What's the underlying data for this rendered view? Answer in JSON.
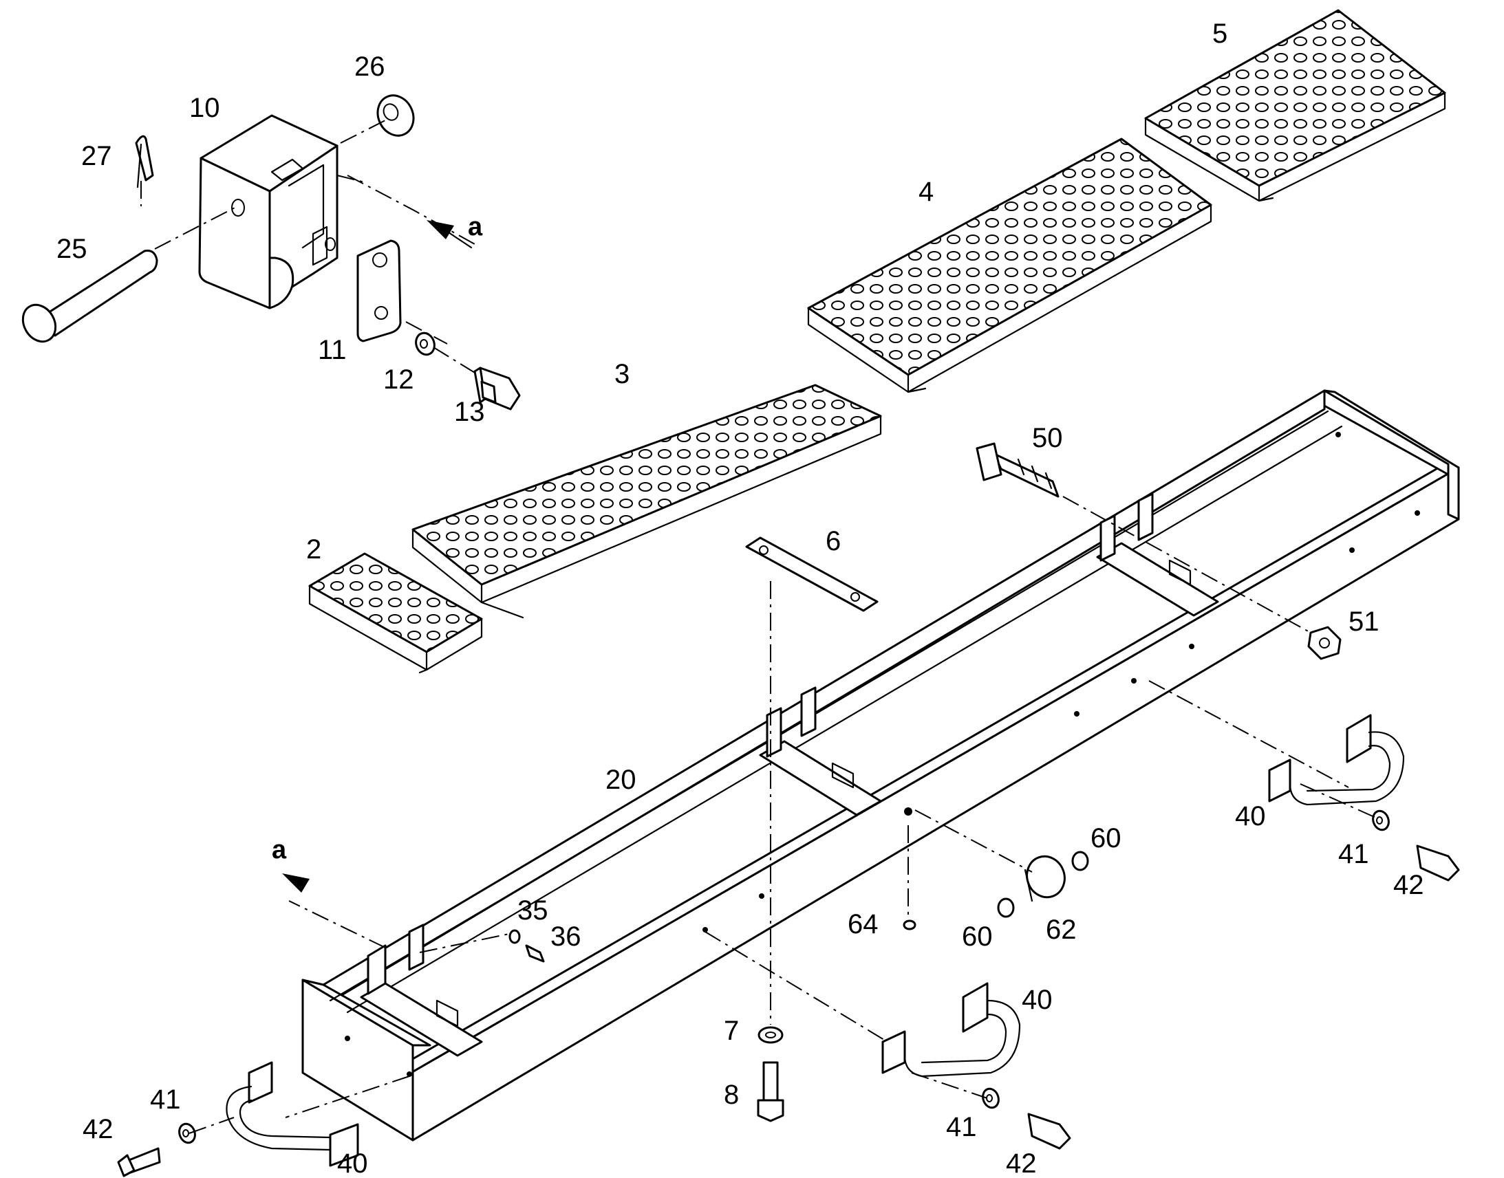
{
  "labels": {
    "p2": "2",
    "p3": "3",
    "p4": "4",
    "p5": "5",
    "p6": "6",
    "p7": "7",
    "p8": "8",
    "p10": "10",
    "p11": "11",
    "p12": "12",
    "p13": "13",
    "p20": "20",
    "p25": "25",
    "p26": "26",
    "p27": "27",
    "p35": "35",
    "p36": "36",
    "p40a": "40",
    "p40b": "40",
    "p40c": "40",
    "p41a": "41",
    "p41b": "41",
    "p41c": "41",
    "p42a": "42",
    "p42b": "42",
    "p42c": "42",
    "p50": "50",
    "p51": "51",
    "p60a": "60",
    "p60b": "60",
    "p62": "62",
    "p64": "64",
    "view_a_top": "a",
    "view_a_bottom": "a"
  }
}
